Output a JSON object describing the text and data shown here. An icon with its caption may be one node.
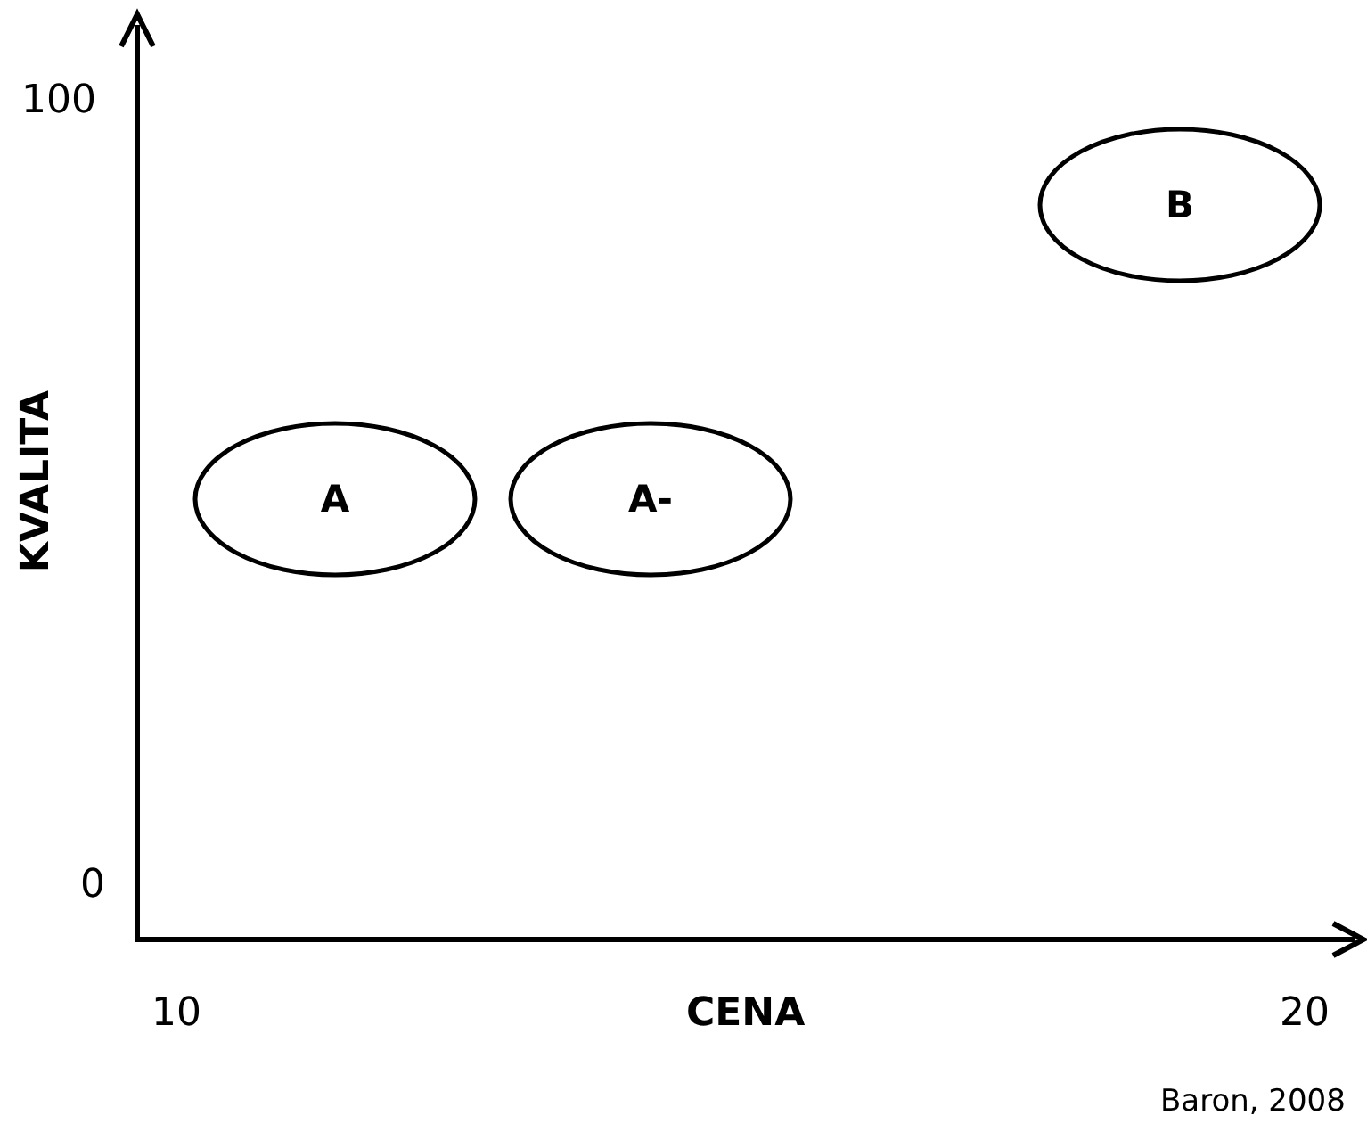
{
  "diagram": {
    "nodes": [
      {
        "text": [
          "B"
        ]
      },
      {
        "text": [
          "A"
        ]
      },
      {
        "text": [
          "A-"
        ]
      }
    ],
    "edges": [],
    "labels": [
      "100",
      "KVALITA",
      "0",
      "10",
      "CENA",
      "20",
      "Baron, 2008"
    ]
  }
}
